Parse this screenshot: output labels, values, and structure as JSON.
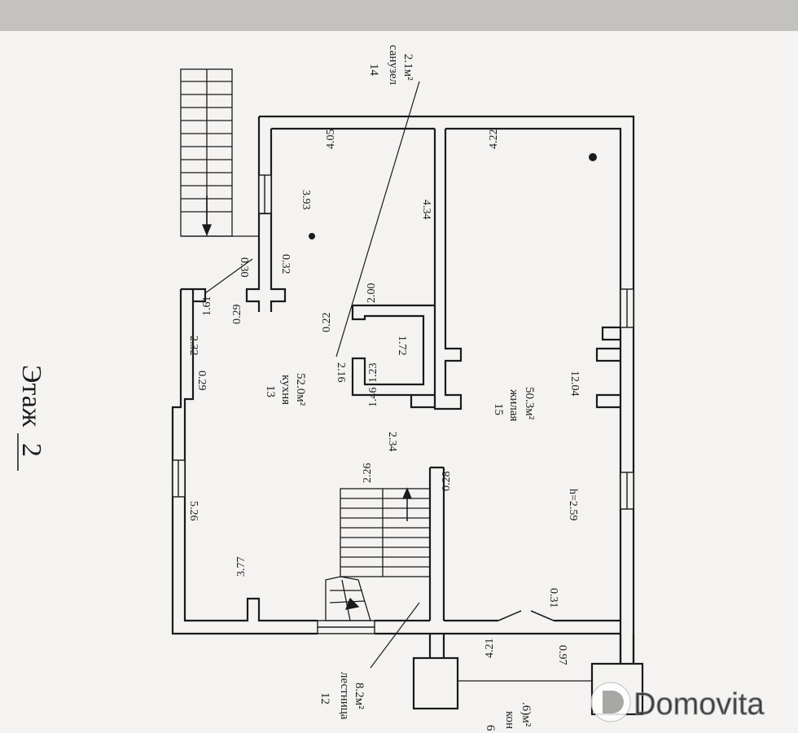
{
  "floor": {
    "label": "Этаж",
    "number": "2"
  },
  "rooms": [
    {
      "number": "12",
      "name": "лестница",
      "area": "8.2м²"
    },
    {
      "number": "13",
      "name": "кухня",
      "area": "52.0м²"
    },
    {
      "number": "14",
      "name": "санузел",
      "area": "2.1м²"
    },
    {
      "number": "15",
      "name": "жилая",
      "area": "50.3м²"
    },
    {
      "number": "6",
      "name": "кон",
      "area": ".6)м²"
    }
  ],
  "dimensions": {
    "d_4_05": "4.05",
    "d_4_22": "4.22",
    "d_3_93": "3.93",
    "d_4_34": "4.34",
    "d_0_30": "0.30",
    "d_0_32": "0.32",
    "d_1_61": "1.61",
    "d_0_29a": "0.29",
    "d_2_00": "2.00",
    "d_0_22": "0.22",
    "d_2_32": "2.32",
    "d_0_29b": "0.29",
    "d_1_72": "1.72",
    "d_2_16": "2.16",
    "d_1_23": "1.23",
    "d_1_46": "1.46",
    "d_12_04": "12.04",
    "d_2_34": "2.34",
    "d_2_26": "2.26",
    "d_0_28": "0.28",
    "d_5_26": "5.26",
    "d_3_77": "3.77",
    "d_0_31": "0.31",
    "d_4_21": "4.21",
    "d_0_97": "0.97"
  },
  "ceiling_height": "h=2.59",
  "watermark": "Domovita"
}
